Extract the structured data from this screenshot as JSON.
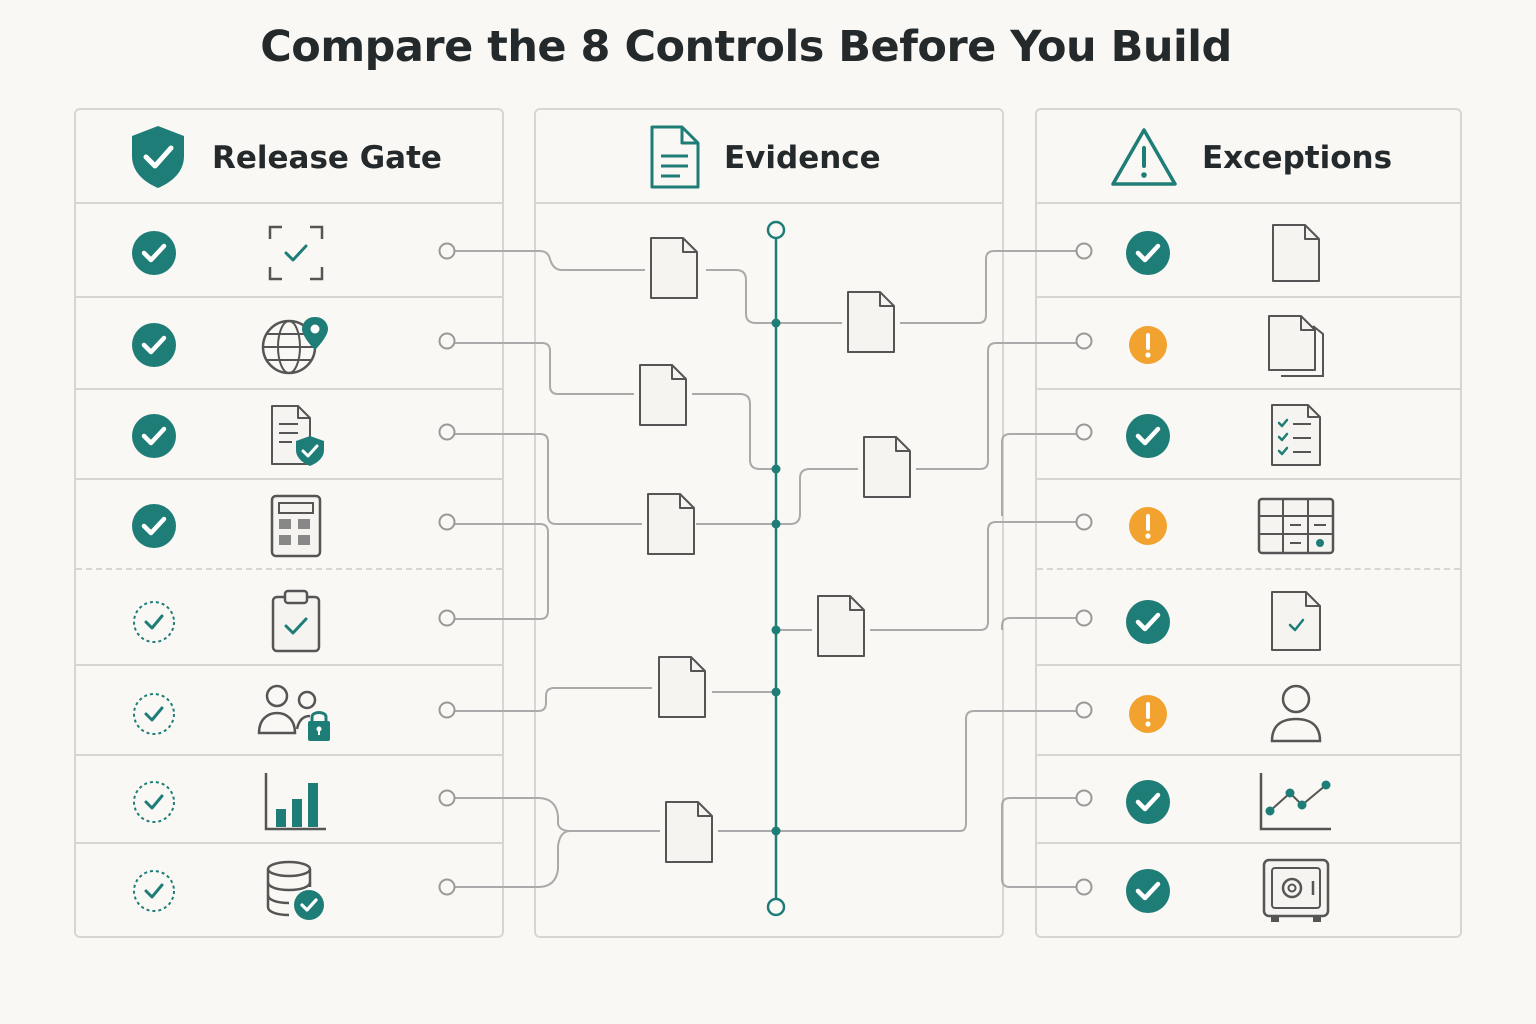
{
  "title": "Compare the 8 Controls Before You Build",
  "colors": {
    "teal": "#1f7d78",
    "warning": "#f2a22e",
    "line": "#aaaaaa",
    "border": "#d6d6d4",
    "icon_stroke": "#555555",
    "text": "#24292b"
  },
  "columns": {
    "release_gate": {
      "title": "Release Gate",
      "header_icon": "shield-check-icon",
      "rows": [
        {
          "status": "passed",
          "icon": "scan-check-icon"
        },
        {
          "status": "passed",
          "icon": "globe-location-icon"
        },
        {
          "status": "passed",
          "icon": "document-shield-icon"
        },
        {
          "status": "passed",
          "icon": "calculator-icon"
        },
        {
          "status": "pending",
          "icon": "clipboard-check-icon"
        },
        {
          "status": "pending",
          "icon": "users-lock-icon"
        },
        {
          "status": "pending",
          "icon": "bar-chart-icon"
        },
        {
          "status": "pending",
          "icon": "database-check-icon"
        }
      ]
    },
    "evidence": {
      "title": "Evidence",
      "header_icon": "document-icon",
      "item_icon": "document-icon"
    },
    "exceptions": {
      "title": "Exceptions",
      "header_icon": "warning-triangle-icon",
      "rows": [
        {
          "status": "passed",
          "icon": "document-icon"
        },
        {
          "status": "warning",
          "icon": "documents-stack-icon"
        },
        {
          "status": "passed",
          "icon": "checklist-icon"
        },
        {
          "status": "warning",
          "icon": "table-grid-icon"
        },
        {
          "status": "passed",
          "icon": "document-check-icon"
        },
        {
          "status": "warning",
          "icon": "user-icon"
        },
        {
          "status": "passed",
          "icon": "line-chart-icon"
        },
        {
          "status": "passed",
          "icon": "safe-icon"
        }
      ]
    }
  }
}
